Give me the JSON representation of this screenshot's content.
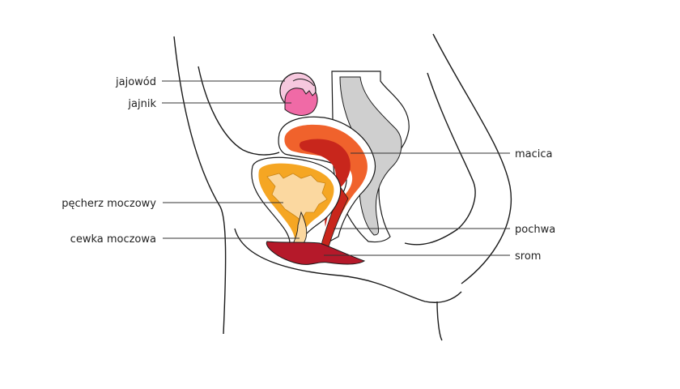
{
  "labels": {
    "fallopian_tube": "jajowód",
    "ovary": "jajnik",
    "uterus": "macica",
    "bladder": "pęcherz moczowy",
    "urethra": "cewka moczowa",
    "vagina": "pochwa",
    "vulva": "srom"
  },
  "colors": {
    "outline": "#1a1a1a",
    "ovary_pink": "#f06aa6",
    "ovary_light": "#f6c8de",
    "uterus_orange": "#f0622c",
    "uterus_dark": "#c8261c",
    "bladder_orange": "#f5a623",
    "bladder_light": "#fbd8a0",
    "rectum_gray": "#cfcfcf",
    "vulva_red": "#b5192a"
  }
}
